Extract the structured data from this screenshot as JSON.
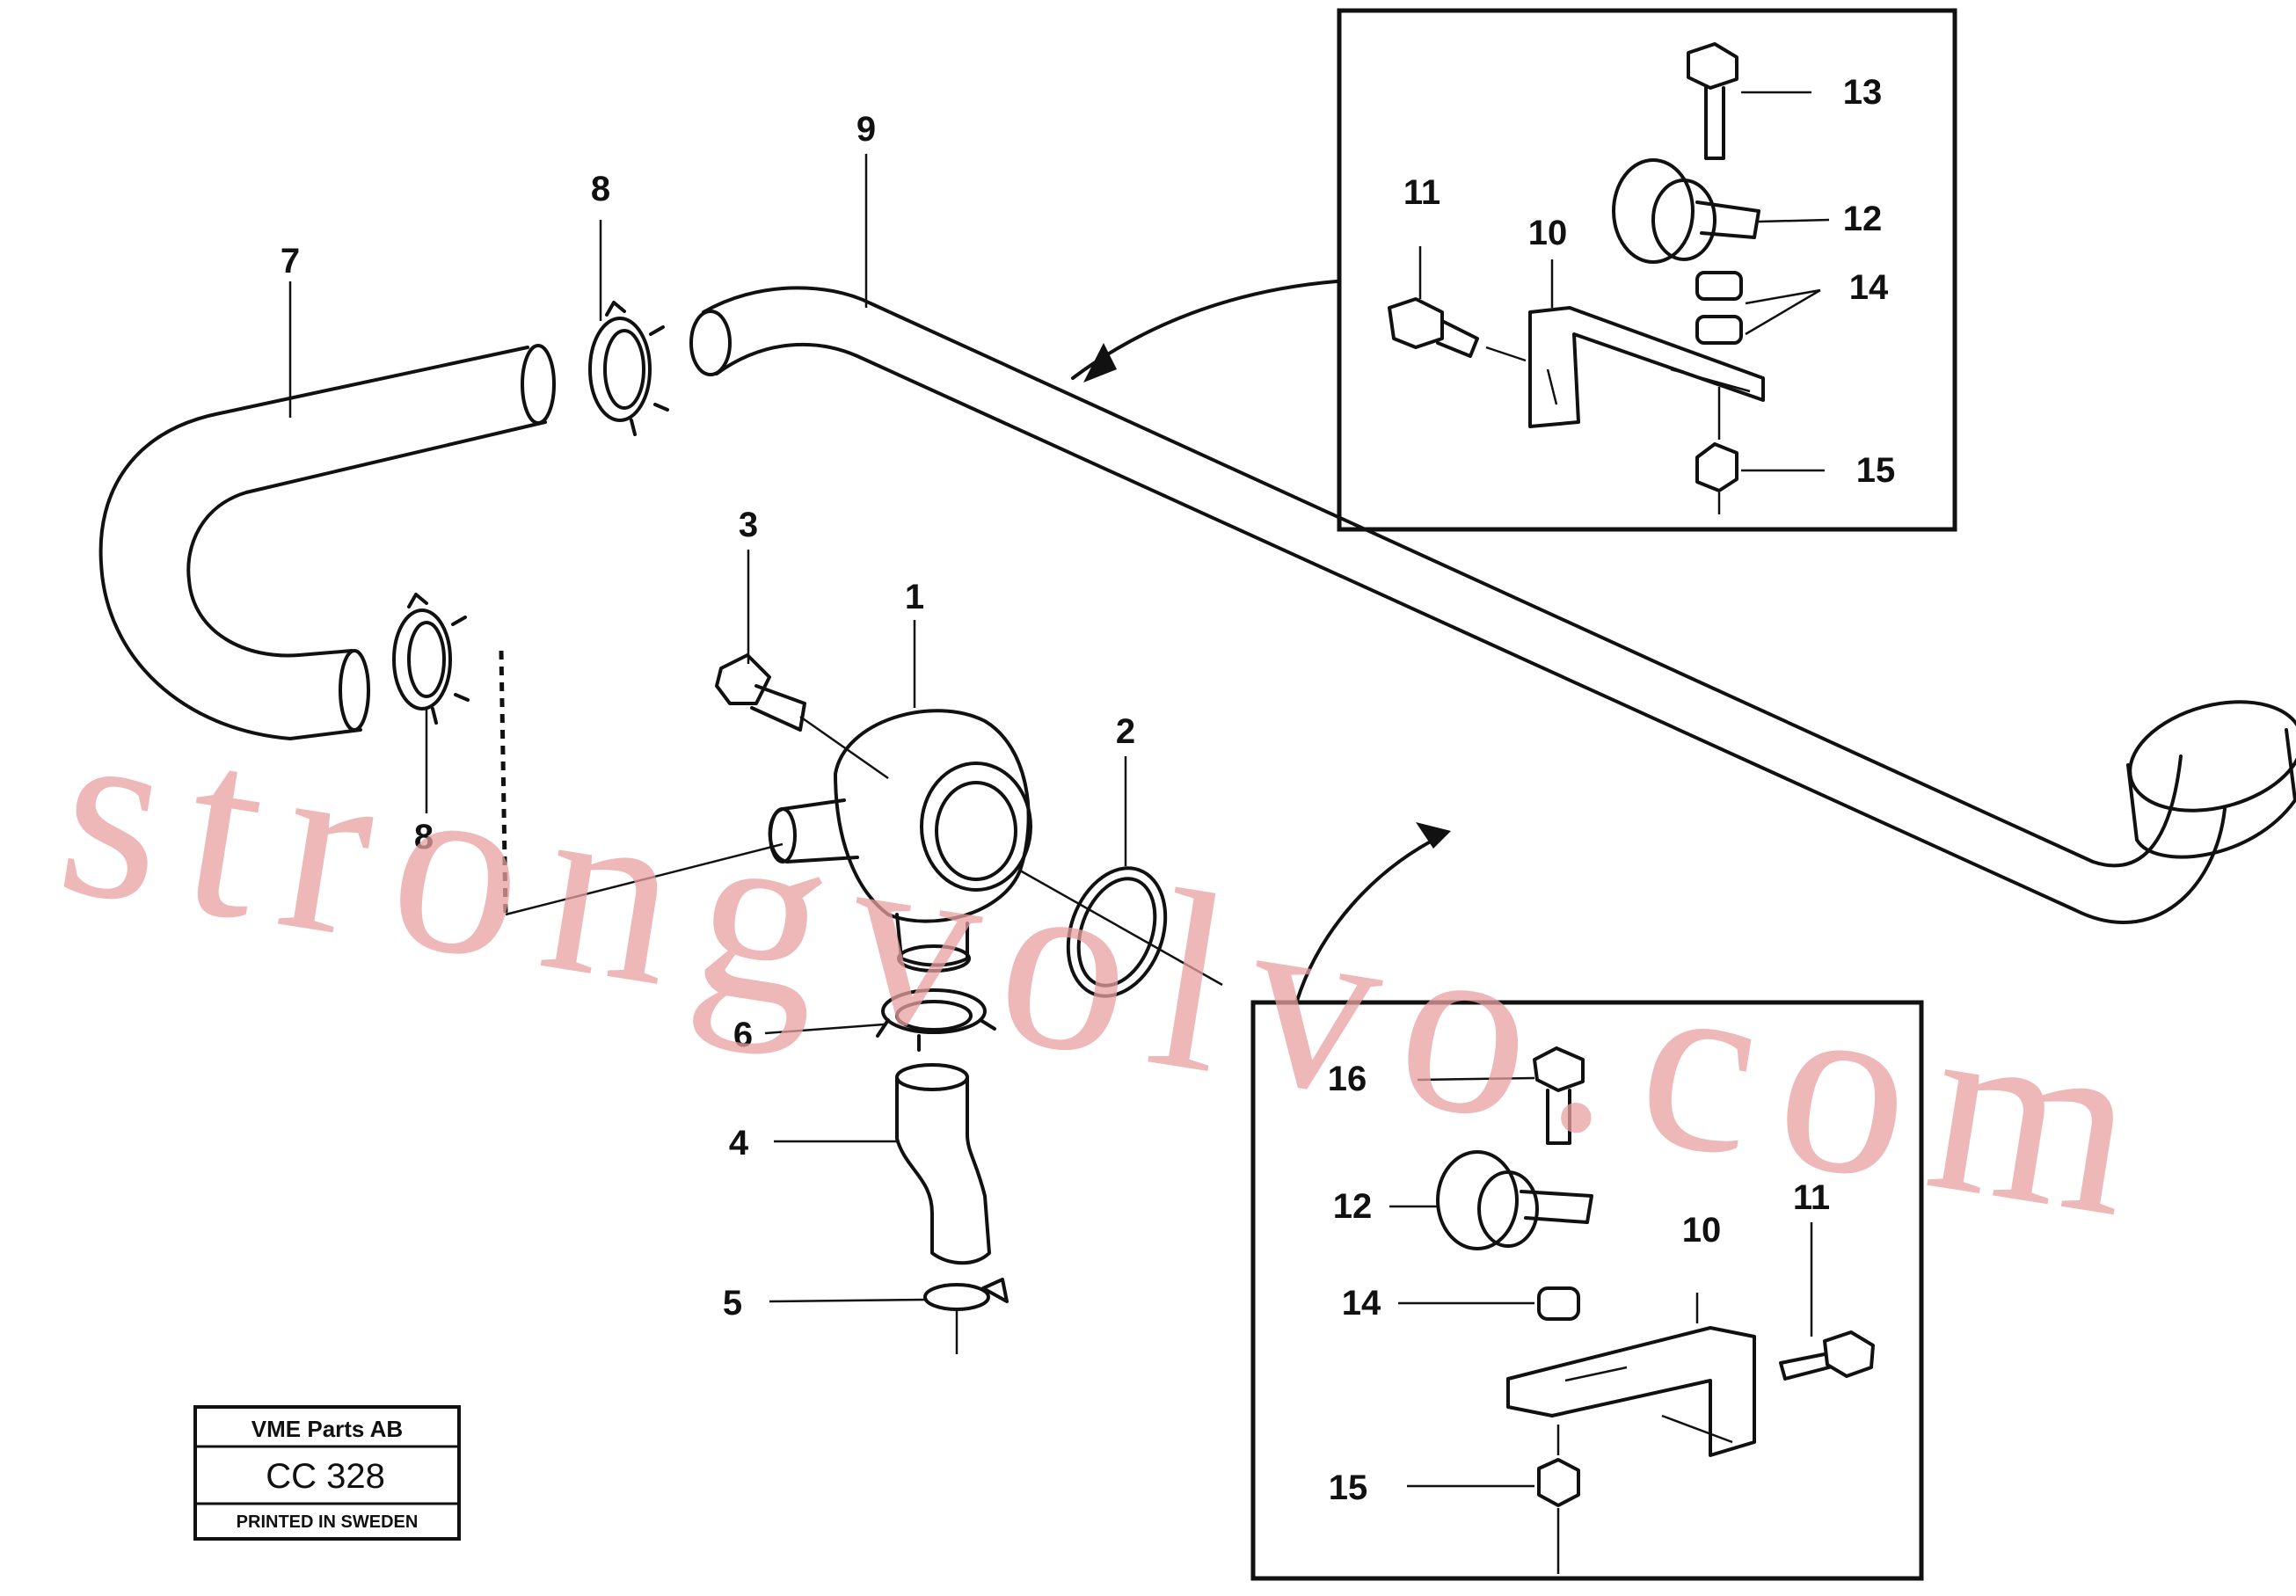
{
  "watermark": "strongvolvo.com",
  "callouts": {
    "c1": "1",
    "c2": "2",
    "c3": "3",
    "c4": "4",
    "c5": "5",
    "c6": "6",
    "c7": "7",
    "c8a": "8",
    "c8b": "8",
    "c9": "9",
    "top_inset": {
      "c10": "10",
      "c11": "11",
      "c12": "12",
      "c13": "13",
      "c14": "14",
      "c15": "15"
    },
    "bottom_inset": {
      "c10": "10",
      "c11": "11",
      "c12": "12",
      "c14": "14",
      "c15": "15",
      "c16": "16"
    }
  },
  "title_block": {
    "company": "VME Parts AB",
    "code": "CC 328",
    "printed": "PRINTED IN SWEDEN"
  }
}
